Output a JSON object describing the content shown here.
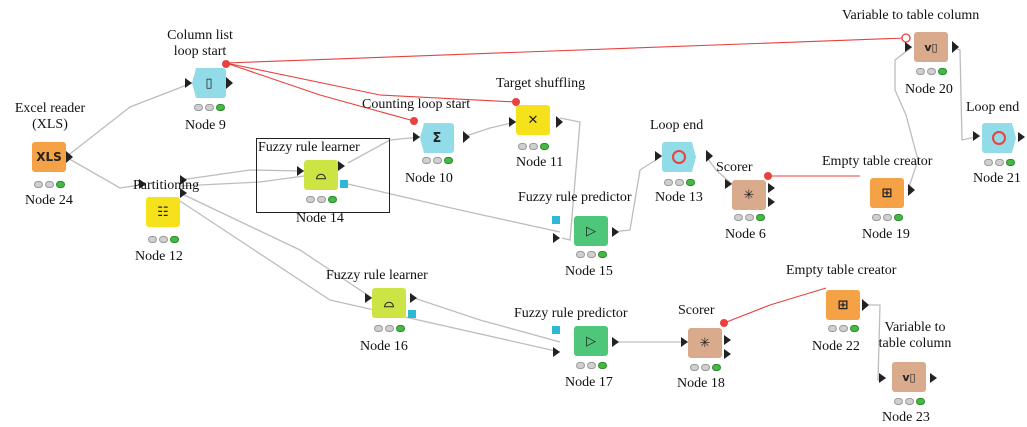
{
  "nodes": {
    "n24": {
      "title_l1": "Excel reader",
      "title_l2": "(XLS)",
      "id": "Node 24",
      "icon": "XLS"
    },
    "n9": {
      "title_l1": "Column list",
      "title_l2": "loop start",
      "id": "Node 9"
    },
    "n12": {
      "title": "Partitioning",
      "id": "Node 12"
    },
    "n14": {
      "title": "Fuzzy rule learner",
      "id": "Node 14"
    },
    "n10": {
      "title": "Counting loop start",
      "id": "Node 10"
    },
    "n11": {
      "title": "Target shuffling",
      "id": "Node 11"
    },
    "n15": {
      "title": "Fuzzy rule predictor",
      "id": "Node 15"
    },
    "n13": {
      "title": "Loop end",
      "id": "Node 13"
    },
    "n6": {
      "title": "Scorer",
      "id": "Node 6"
    },
    "n19": {
      "title": "Empty table creator",
      "id": "Node 19"
    },
    "n20": {
      "title": "Variable to table column",
      "id": "Node 20"
    },
    "n21": {
      "title": "Loop end",
      "id": "Node 21"
    },
    "n16": {
      "title": "Fuzzy rule learner",
      "id": "Node 16"
    },
    "n17": {
      "title": "Fuzzy rule predictor",
      "id": "Node 17"
    },
    "n18": {
      "title": "Scorer",
      "id": "Node 18"
    },
    "n22": {
      "title": "Empty table creator",
      "id": "Node 22"
    },
    "n23": {
      "title_l1": "Variable to",
      "title_l2": "table column",
      "id": "Node 23"
    }
  },
  "colors": {
    "reader": "#f5a145",
    "loop": "#92dbe8",
    "manipulator": "#f5e21b",
    "learner": "#cce544",
    "predictor": "#4fc77b",
    "other": "#d9aa8b",
    "connection": "#bbbbbb",
    "variable_connection": "#e8423f",
    "model_port": "#2fb8d6"
  }
}
